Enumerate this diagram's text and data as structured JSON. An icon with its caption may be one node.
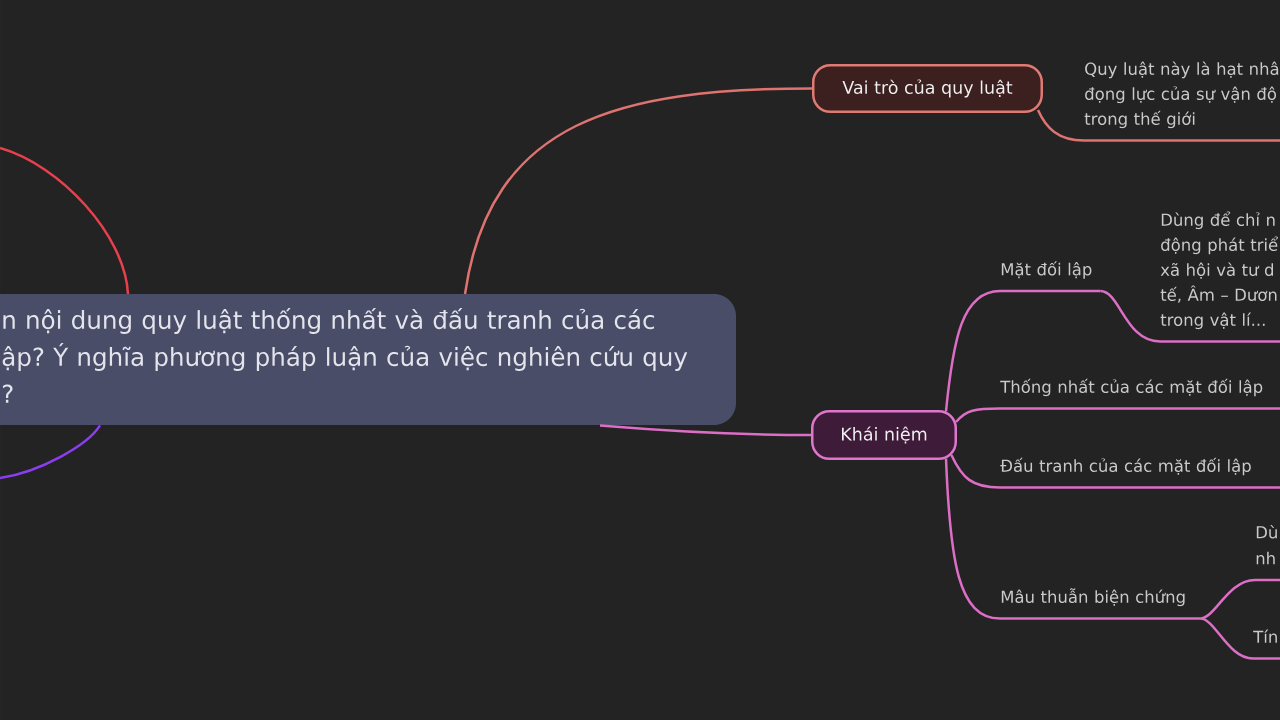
{
  "diagram": {
    "nodes": [
      {
        "text": [
          "n nội dung quy luật thống nhất và đấu tranh của các ập? Ý nghĩa phương pháp luận của việc nghiên cứu quy ?"
        ]
      },
      {
        "text": [
          "Vai trò của quy luật"
        ]
      },
      {
        "text": [
          "Quy luật này là hạt nhâ đọng lực của sự vận độ trong thế giới"
        ]
      },
      {
        "text": [
          "Khái niệm"
        ]
      },
      {
        "text": [
          "Mặt đối lập"
        ]
      },
      {
        "text": [
          "Dùng để chỉ n động phát triể xã hội và tư d tế, Âm – Dươn trong vật lí..."
        ]
      },
      {
        "text": [
          "Thống nhất của các mặt đối lập"
        ]
      },
      {
        "text": [
          "Đấu tranh của các mặt đối lập"
        ]
      },
      {
        "text": [
          "Mâu thuẫn biện chứng"
        ]
      },
      {
        "text": [
          "Dù nh"
        ]
      },
      {
        "text": [
          "Tín"
        ]
      }
    ],
    "edges": [
      {
        "from": 0,
        "to": null,
        "arrow": "none",
        "color": "#e8404c"
      },
      {
        "from": 0,
        "to": null,
        "arrow": "none",
        "color": "#8b3df0"
      },
      {
        "from": 0,
        "to": 1,
        "arrow": "none",
        "color": "#de736f"
      },
      {
        "from": 1,
        "to": 2,
        "arrow": "none",
        "color": "#de736f"
      },
      {
        "from": 0,
        "to": 3,
        "arrow": "none"
      },
      {
        "from": 3,
        "to": 4,
        "arrow": "none"
      },
      {
        "from": 4,
        "to": 5,
        "arrow": "none"
      },
      {
        "from": 3,
        "to": 6,
        "arrow": "none"
      },
      {
        "from": 3,
        "to": 7,
        "arrow": "none"
      },
      {
        "from": 3,
        "to": 8,
        "arrow": "none"
      },
      {
        "from": 8,
        "to": 9,
        "arrow": "none"
      },
      {
        "from": 8,
        "to": 10,
        "arrow": "none"
      }
    ]
  }
}
